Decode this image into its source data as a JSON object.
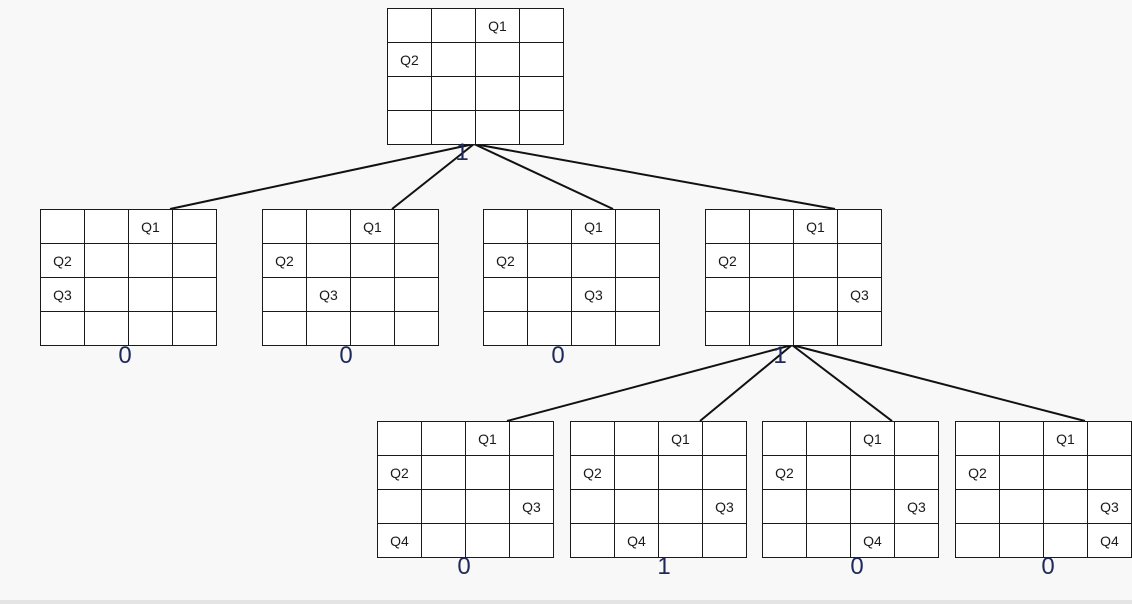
{
  "tree": {
    "nodes": [
      {
        "id": "root",
        "score": "1",
        "cells": [
          [
            "",
            "",
            "Q1",
            ""
          ],
          [
            "Q2",
            "",
            "",
            ""
          ],
          [
            "",
            "",
            "",
            ""
          ],
          [
            "",
            "",
            "",
            ""
          ]
        ]
      },
      {
        "id": "l1-a",
        "score": "0",
        "cells": [
          [
            "",
            "",
            "Q1",
            ""
          ],
          [
            "Q2",
            "",
            "",
            ""
          ],
          [
            "Q3",
            "",
            "",
            ""
          ],
          [
            "",
            "",
            "",
            ""
          ]
        ]
      },
      {
        "id": "l1-b",
        "score": "0",
        "cells": [
          [
            "",
            "",
            "Q1",
            ""
          ],
          [
            "Q2",
            "",
            "",
            ""
          ],
          [
            "",
            "Q3",
            "",
            ""
          ],
          [
            "",
            "",
            "",
            ""
          ]
        ]
      },
      {
        "id": "l1-c",
        "score": "0",
        "cells": [
          [
            "",
            "",
            "Q1",
            ""
          ],
          [
            "Q2",
            "",
            "",
            ""
          ],
          [
            "",
            "",
            "Q3",
            ""
          ],
          [
            "",
            "",
            "",
            ""
          ]
        ]
      },
      {
        "id": "l1-d",
        "score": "1",
        "cells": [
          [
            "",
            "",
            "Q1",
            ""
          ],
          [
            "Q2",
            "",
            "",
            ""
          ],
          [
            "",
            "",
            "",
            "Q3"
          ],
          [
            "",
            "",
            "",
            ""
          ]
        ]
      },
      {
        "id": "l2-a",
        "score": "0",
        "cells": [
          [
            "",
            "",
            "Q1",
            ""
          ],
          [
            "Q2",
            "",
            "",
            ""
          ],
          [
            "",
            "",
            "",
            "Q3"
          ],
          [
            "Q4",
            "",
            "",
            ""
          ]
        ]
      },
      {
        "id": "l2-b",
        "score": "1",
        "cells": [
          [
            "",
            "",
            "Q1",
            ""
          ],
          [
            "Q2",
            "",
            "",
            ""
          ],
          [
            "",
            "",
            "",
            "Q3"
          ],
          [
            "",
            "Q4",
            "",
            ""
          ]
        ]
      },
      {
        "id": "l2-c",
        "score": "0",
        "cells": [
          [
            "",
            "",
            "Q1",
            ""
          ],
          [
            "Q2",
            "",
            "",
            ""
          ],
          [
            "",
            "",
            "",
            "Q3"
          ],
          [
            "",
            "",
            "Q4",
            ""
          ]
        ]
      },
      {
        "id": "l2-d",
        "score": "0",
        "cells": [
          [
            "",
            "",
            "Q1",
            ""
          ],
          [
            "Q2",
            "",
            "",
            ""
          ],
          [
            "",
            "",
            "",
            "Q3"
          ],
          [
            "",
            "",
            "",
            "Q4"
          ]
        ]
      }
    ],
    "edges": [
      [
        "root",
        "l1-a"
      ],
      [
        "root",
        "l1-b"
      ],
      [
        "root",
        "l1-c"
      ],
      [
        "root",
        "l1-d"
      ],
      [
        "l1-d",
        "l2-a"
      ],
      [
        "l1-d",
        "l2-b"
      ],
      [
        "l1-d",
        "l2-c"
      ],
      [
        "l1-d",
        "l2-d"
      ]
    ]
  }
}
